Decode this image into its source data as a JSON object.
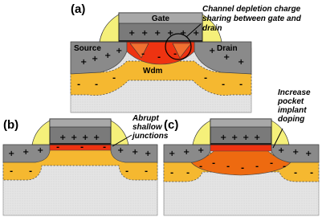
{
  "panels": {
    "a": {
      "tag": "(a)",
      "gate": "Gate",
      "source": "Source",
      "drain": "Drain",
      "wdm": "Wdm",
      "annotation": [
        "Channel depletion charge",
        "sharing between gate and",
        "drain"
      ]
    },
    "b": {
      "tag": "(b)",
      "annotation": [
        "Abrupt",
        "shallow",
        "junctions"
      ]
    },
    "c": {
      "tag": "(c)",
      "annotation": [
        "Increase",
        "pocket",
        "implant",
        "doping"
      ]
    }
  },
  "symbols": {
    "plus": "+",
    "minus": "-"
  },
  "colors": {
    "gate": "#7a7a7a",
    "spacer": "#f5f07a",
    "source_drain": "#8c8c8c",
    "depletion": "#f5b830",
    "substrate": "#e6e6e6",
    "channel_charge": "#ee3311",
    "pocket": "#ee6a10"
  }
}
